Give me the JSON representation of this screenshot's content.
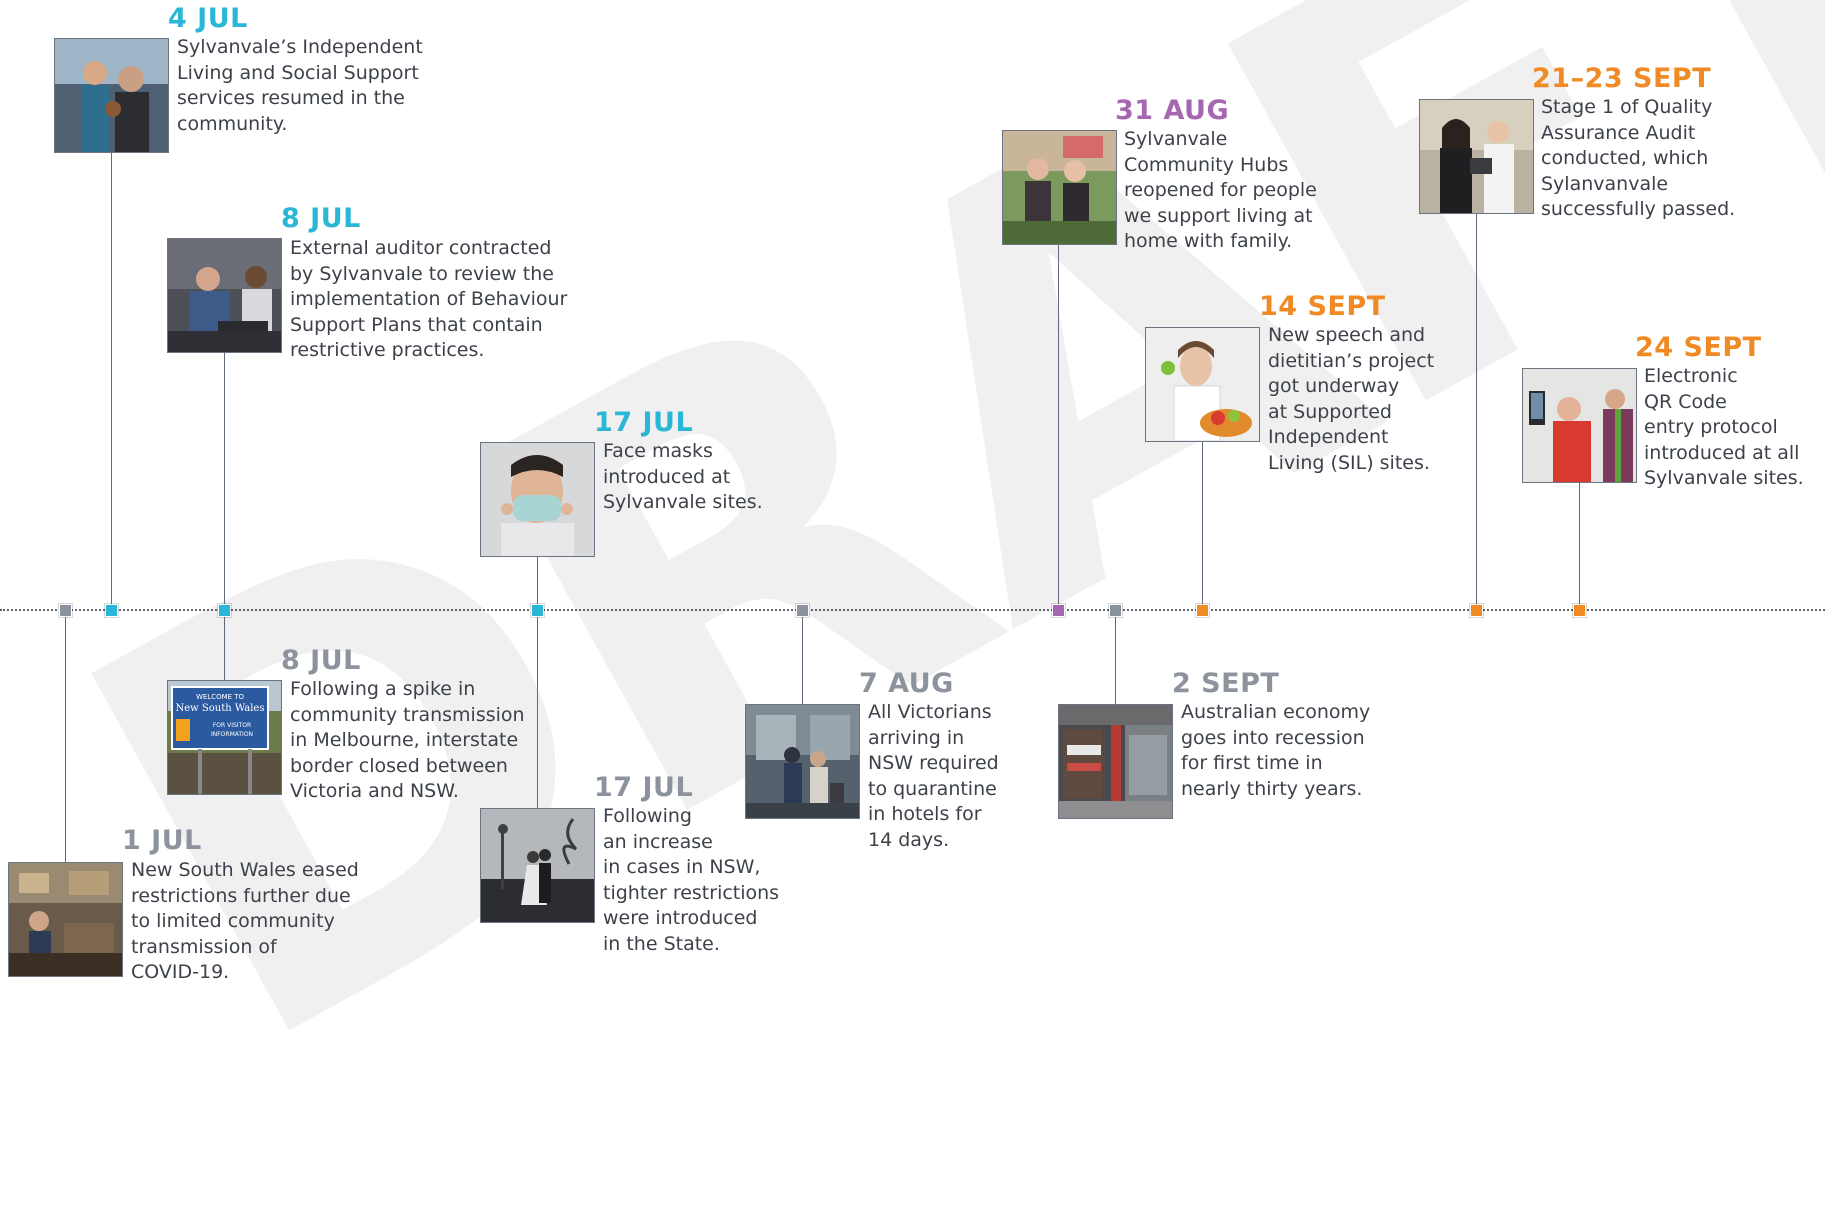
{
  "watermark": "DRAFT",
  "colors": {
    "teal": "#2ab7d6",
    "grey": "#8a939e",
    "purple": "#a568b0",
    "orange": "#f08a24"
  },
  "events": {
    "jul4": {
      "date": "4 JUL",
      "text": "Sylvanvale’s Independent\nLiving and Social Support\nservices resumed in the\ncommunity."
    },
    "jul8a": {
      "date": "8 JUL",
      "text": "External auditor contracted\nby Sylvanvale to review the\nimplementation of Behaviour\nSupport Plans that contain\nrestrictive practices."
    },
    "jul17a": {
      "date": "17 JUL",
      "text": "Face masks\nintroduced at\nSylvanvale sites."
    },
    "aug31": {
      "date": "31 AUG",
      "text": "Sylvanvale\nCommunity Hubs\nreopened for people\nwe support living at\nhome with family."
    },
    "sep14": {
      "date": "14 SEPT",
      "text": "New speech and\ndietitian’s project\ngot underway\nat Supported\nIndependent\nLiving (SIL) sites."
    },
    "sep21": {
      "date": "21–23 SEPT",
      "text": "Stage 1 of Quality\nAssurance Audit\nconducted, which\nSylanvanvale\nsuccessfully passed."
    },
    "sep24": {
      "date": "24 SEPT",
      "text": "Electronic\nQR Code\nentry protocol\nintroduced at all\nSylvanvale sites."
    },
    "jul1": {
      "date": "1 JUL",
      "text": "New South Wales eased\nrestrictions further due\nto limited community\ntransmission of\nCOVID-19."
    },
    "jul8b": {
      "date": "8 JUL",
      "text": "Following a spike in\ncommunity transmission\nin Melbourne, interstate\nborder closed between\nVictoria and NSW."
    },
    "jul17b": {
      "date": "17 JUL",
      "text": "Following\nan increase\nin cases in NSW,\ntighter restrictions\nwere introduced\nin the State."
    },
    "aug7": {
      "date": "7 AUG",
      "text": "All Victorians\narriving in\nNSW required\nto quarantine\nin hotels for\n14 days."
    },
    "sep2": {
      "date": "2 SEPT",
      "text": "Australian economy\ngoes into recession\nfor first time in\nnearly thirty years."
    }
  },
  "sign": {
    "line1": "WELCOME TO",
    "line2": "New South Wales",
    "line3": "FOR VISITOR",
    "line4": "INFORMATION"
  }
}
